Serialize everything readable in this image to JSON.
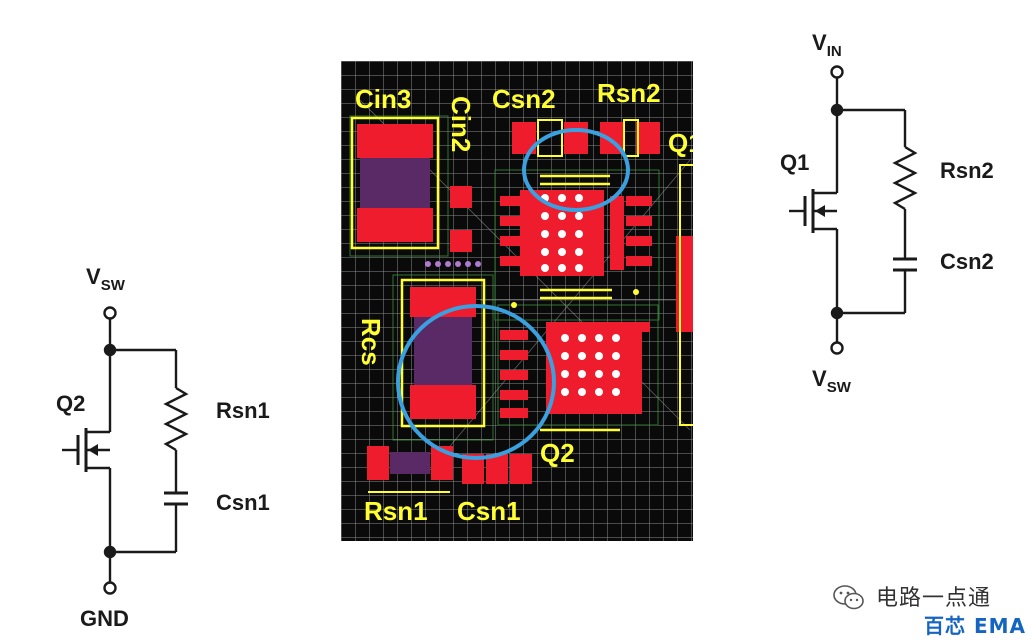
{
  "left_schematic": {
    "top_node": "V",
    "top_node_sub": "SW",
    "transistor": "Q2",
    "resistor": "Rsn1",
    "capacitor": "Csn1",
    "bottom_node": "GND"
  },
  "right_schematic": {
    "top_node": "V",
    "top_node_sub": "IN",
    "transistor": "Q1",
    "resistor": "Rsn2",
    "capacitor": "Csn2",
    "bottom_node": "V",
    "bottom_node_sub": "SW"
  },
  "pcb": {
    "labels": {
      "cin3": "Cin3",
      "cin2": "Cin2",
      "csn2": "Csn2",
      "rsn2": "Rsn2",
      "q1_partial": "Q1",
      "rcs": "Rcs",
      "q2": "Q2",
      "rsn1": "Rsn1",
      "csn1": "Csn1"
    },
    "colors": {
      "board": "#0a0a0a",
      "grid": "#8a8a8a",
      "pad": "#ee1c2c",
      "silkscreen": "#ffff33",
      "highlight": "#3aa0e0"
    }
  },
  "watermark": {
    "line1": "电路一点通",
    "line2": "百芯 EMA",
    "icon": "wechat-icon"
  }
}
